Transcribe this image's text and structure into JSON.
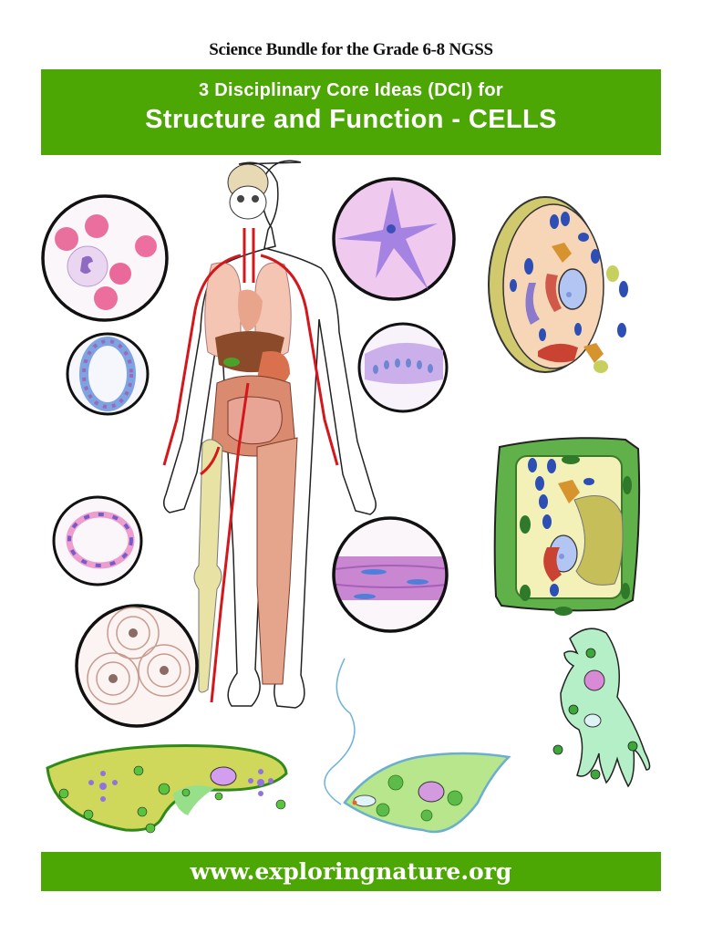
{
  "header": {
    "subtitle": "Science Bundle for the Grade 6-8 NGSS",
    "banner_line1": "3 Disciplinary Core Ideas (DCI) for",
    "banner_line2": "Structure and Function - CELLS"
  },
  "footer": {
    "url": "www.exploringnature.org"
  },
  "colors": {
    "banner_green": "#4ca704",
    "banner_text": "#ffffff"
  },
  "illustrations": [
    {
      "name": "blood-cells-circle",
      "label": "red and white blood cells"
    },
    {
      "name": "neuron-circle",
      "label": "nerve cell"
    },
    {
      "name": "animal-cell",
      "label": "animal cell cross-section"
    },
    {
      "name": "gland-cells-circle",
      "label": "epithelial ring of cells"
    },
    {
      "name": "columnar-epithelium-circle",
      "label": "columnar epithelium"
    },
    {
      "name": "human-body",
      "label": "human anatomy figure"
    },
    {
      "name": "plant-cell",
      "label": "plant cell cross-section"
    },
    {
      "name": "capillary-circle",
      "label": "blood vessel cells"
    },
    {
      "name": "muscle-circle",
      "label": "muscle fibers"
    },
    {
      "name": "bone-cells-circle",
      "label": "bone osteons"
    },
    {
      "name": "amoeba",
      "label": "amoeba"
    },
    {
      "name": "paramecium",
      "label": "paramecium"
    },
    {
      "name": "euglena",
      "label": "euglena"
    }
  ]
}
